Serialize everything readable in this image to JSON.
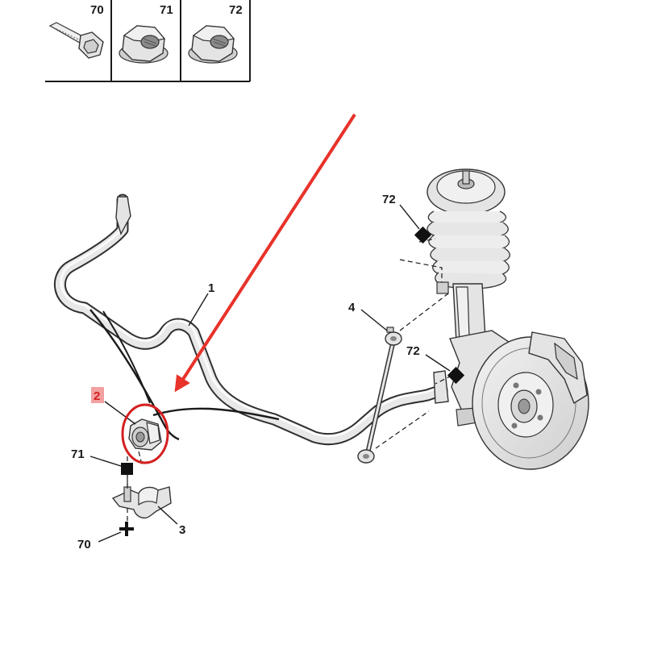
{
  "legend": {
    "items": [
      {
        "number": "70",
        "icon": "torx-bolt-icon"
      },
      {
        "number": "71",
        "icon": "flange-nut-icon"
      },
      {
        "number": "72",
        "icon": "flange-nut-icon"
      }
    ]
  },
  "callouts": {
    "stabilizer_bar": "1",
    "bushing": "2",
    "bushing_clamp": "3",
    "link_rod": "4",
    "nut_link_top": "72",
    "nut_link_bottom": "72",
    "nut_clamp": "71",
    "bolt_clamp": "70"
  },
  "highlight": {
    "callout": "2",
    "circle_color": "#d42020",
    "arrow_color": "#e8322a",
    "label_box_color": "#f3a0a0"
  },
  "colors": {
    "part_fill": "#e4e4e4",
    "outline": "#333333"
  }
}
